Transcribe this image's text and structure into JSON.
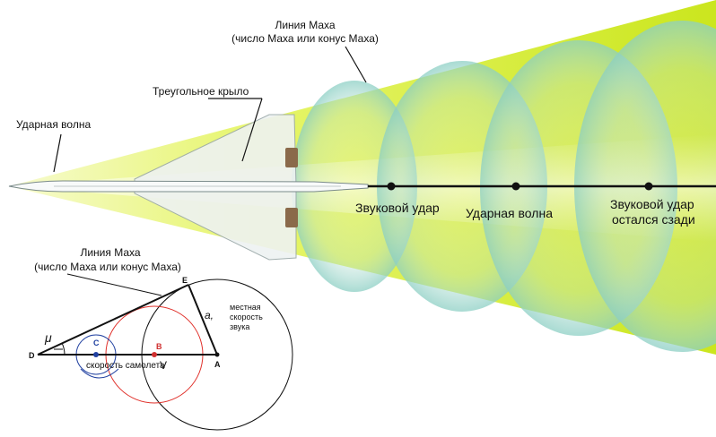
{
  "labels": {
    "mach_line_top": "Линия Маха",
    "mach_line_top_sub": "(число Маха или конус Маха)",
    "delta_wing": "Треугольное крыло",
    "shock_wave_left": "Ударная волна",
    "sonic_boom": "Звуковой удар",
    "shock_wave_mid": "Ударная волна",
    "sonic_boom_behind_1": "Звуковой удар",
    "sonic_boom_behind_2": "остался сзади",
    "mach_line_bottom": "Линия Маха",
    "mach_line_bottom_sub": "(число Маха или конус Маха)",
    "local_speed_1": "местная",
    "local_speed_2": "скорость",
    "local_speed_3": "звука",
    "plane_speed": "скорость самолета",
    "point_a": "A",
    "point_b": "B",
    "point_c": "C",
    "point_d": "D",
    "point_e": "E",
    "symbol_a": "a,",
    "symbol_v": "V",
    "symbol_mu": "μ"
  },
  "colors": {
    "cone_outer": "#d6ee2a",
    "cone_inner": "#f4fbc8",
    "bubble": "#a9d8d0",
    "red_circle": "#e0302a",
    "point_b": "#d03030",
    "point_c": "#2040a0"
  }
}
